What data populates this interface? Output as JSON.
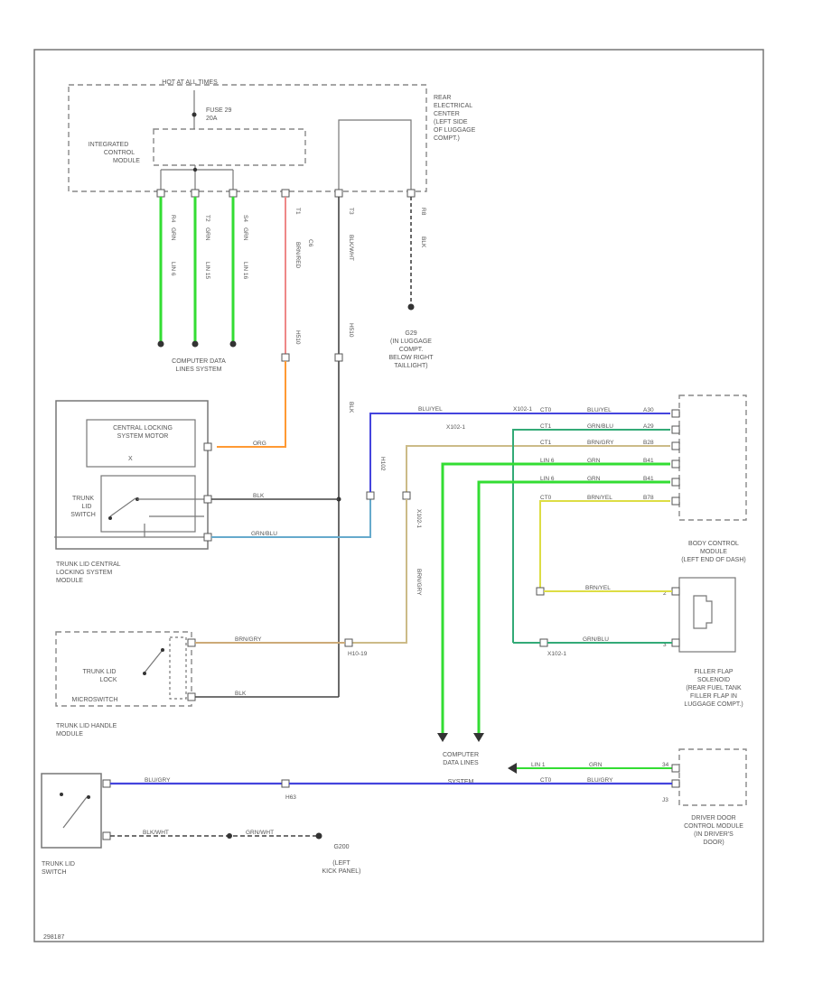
{
  "labels": {
    "hot_at_all_times": "HOT AT ALL TIMES",
    "fuse_line1": "FUSE 29",
    "fuse_line2": "20A",
    "icm_line1": "INTEGRATED",
    "icm_line2": "CONTROL",
    "icm_line3": "MODULE",
    "rec_line1": "REAR",
    "rec_line2": "ELECTRICAL",
    "rec_line3": "CENTER",
    "rec_line4": "(LEFT SIDE",
    "rec_line5": "OF LUGGAGE",
    "rec_line6": "COMPT.)",
    "cdls_top_line1": "COMPUTER DATA",
    "cdls_top_line2": "LINES SYSTEM",
    "g29_line1": "G29",
    "g29_line2": "(IN LUGGAGE",
    "g29_line3": "COMPT.",
    "g29_line4": "BELOW RIGHT",
    "g29_line5": "TAILLIGHT)",
    "central_motor_line1": "CENTRAL LOCKING",
    "central_motor_line2": "SYSTEM MOTOR",
    "trunk_lid_switch_inner_line1": "TRUNK",
    "trunk_lid_switch_inner_line2": "LID",
    "trunk_lid_switch_inner_line3": "SWITCH",
    "tl_module_line1": "TRUNK LID CENTRAL",
    "tl_module_line2": "LOCKING SYSTEM",
    "tl_module_line3": "MODULE",
    "bcm_line1": "BODY CONTROL",
    "bcm_line2": "MODULE",
    "bcm_line3": "(LEFT END OF DASH)",
    "handle_lock_line1": "TRUNK LID",
    "handle_lock_line2": "LOCK",
    "handle_lock_line3": "MICROSWITCH",
    "handle_module_line1": "TRUNK LID HANDLE",
    "handle_module_line2": "MODULE",
    "filler_line1": "FILLER FLAP",
    "filler_line2": "SOLENOID",
    "filler_line3": "(REAR FUEL TANK",
    "filler_line4": "FILLER FLAP IN",
    "filler_line5": "LUGGAGE COMPT.)",
    "cdls_bottom_line1": "COMPUTER",
    "cdls_bottom_line2": "DATA LINES",
    "cdls_bottom_line3": "SYSTEM",
    "ddcm_line1": "DRIVER DOOR",
    "ddcm_line2": "CONTROL MODULE",
    "ddcm_line3": "(IN DRIVER'S",
    "ddcm_line4": "DOOR)",
    "trunk_lid_switch_line1": "TRUNK LID",
    "trunk_lid_switch_line2": "SWITCH",
    "g200_line1": "G200",
    "g200_line2": "(LEFT",
    "g200_line3": "KICK PANEL)",
    "x_mark": "X",
    "j3": "J3",
    "footer_code": "298187"
  },
  "connectors": {
    "icm_pin1": "R4",
    "icm_pin2": "T2",
    "icm_pin3": "S4",
    "c6": "C6",
    "t1": "T1",
    "t3": "T3",
    "r8": "R8",
    "h510_a": "H510",
    "h510_b": "H510",
    "h102": "H102",
    "x102_1a": "X102-1",
    "x102_1b": "X102-1",
    "x102_1c": "X102-1",
    "x102_1d": "X102-1",
    "h10_19": "H10-19",
    "h63": "H63",
    "pin2": "2",
    "pin3": "3",
    "pin34": "34",
    "bcm_a": "A30",
    "bcm_b": "A29",
    "bcm_c": "B28",
    "bcm_d": "B41",
    "bcm_e": "B41",
    "bcm_f": "B78"
  },
  "wires": {
    "lin_a": "LIN 6",
    "lin_b": "LIN 15",
    "lin_c": "LIN 16",
    "grn_a": "GRN",
    "grn_b": "GRN",
    "grn_c": "GRN",
    "brn_red": "BRN/RED",
    "blk_t3": "BLK/WHT",
    "blk_r8": "BLK",
    "blk_h510": "BLK",
    "org": "ORG",
    "blk_switch": "BLK",
    "grn_blu": "GRN/BLU",
    "bcm_c1": "CT0",
    "bcm_c2": "CT1",
    "bcm_c3": "CT1",
    "bcm_c4": "LIN 6",
    "bcm_c5": "LIN 6",
    "bcm_c6": "CT0",
    "blu_yel": "BLU/YEL",
    "grn_blu2": "GRN/BLU",
    "brn_gry_bcm": "BRN/GRY",
    "grn_bcm1": "GRN",
    "grn_bcm2": "GRN",
    "brn_yel_bcm": "BRN/YEL",
    "brn_gry_v": "BRN/GRY",
    "brn_yel_filler": "BRN/YEL",
    "grn_blu_filler": "GRN/BLU",
    "brn_gry_handle": "BRN/GRY",
    "blk_handle": "BLK",
    "blu_gry": "BLU/GRY",
    "lin_ddcm": "LIN 1",
    "grn_ddcm": "GRN",
    "ct0_ddcm": "CT0",
    "blu_gry2": "BLU/GRY",
    "blk_wht_switch": "BLK/WHT",
    "gnd_wht": "GRN/WHT"
  },
  "colors": {
    "green": "#33dd33",
    "orange": "#ff9933",
    "pink": "#ee8888",
    "blue": "#4444dd",
    "lightblue": "#66aacc",
    "tan": "#ccbb88",
    "yellow": "#dddd44",
    "black": "#444444"
  }
}
